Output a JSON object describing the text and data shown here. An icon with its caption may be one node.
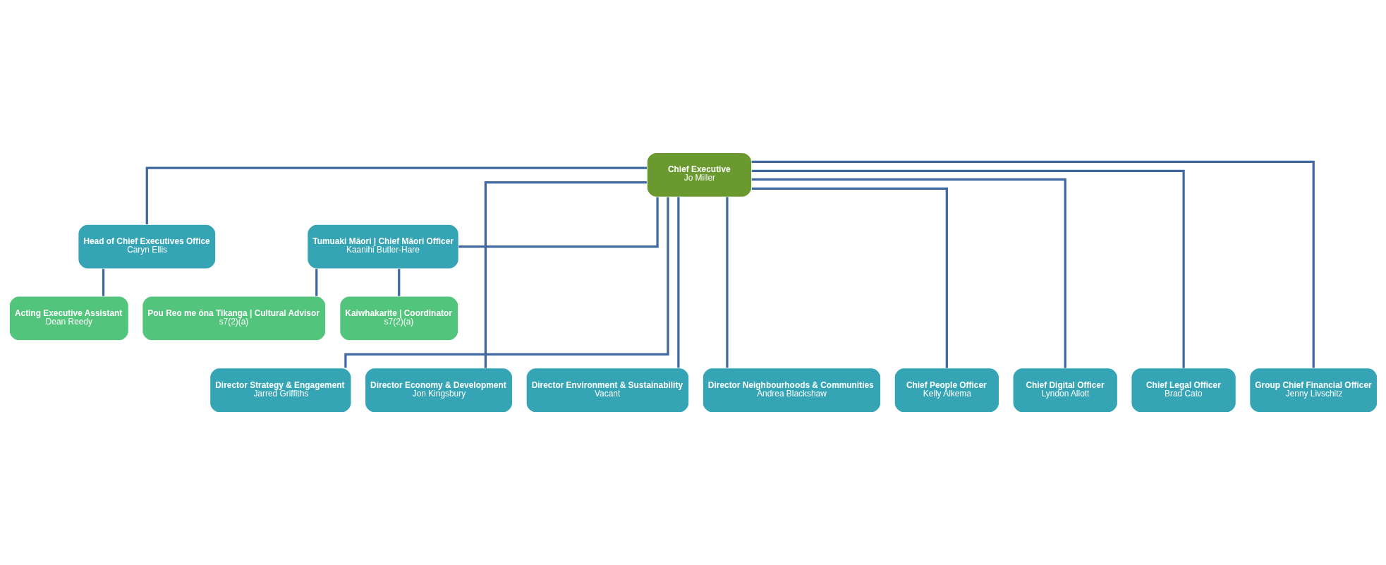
{
  "diagram": {
    "nodes": [
      {
        "text": [
          "Chief Executive",
          "Jo Miller"
        ]
      },
      {
        "text": [
          "Head of Chief Executives Office",
          "Caryn Ellis"
        ]
      },
      {
        "text": [
          "Tumuaki Māori | Chief Māori Officer",
          "Kaanihi Butler-Hare"
        ]
      },
      {
        "text": [
          "Acting Executive Assistant",
          "Dean Reedy"
        ]
      },
      {
        "text": [
          "Pou Reo me ōna Tikanga | Cultural Advisor",
          "s7(2)(a)"
        ]
      },
      {
        "text": [
          "Kaiwhakarite | Coordinator",
          "s7(2)(a)"
        ]
      },
      {
        "text": [
          "Director Strategy & Engagement",
          "Jarred Griffiths"
        ]
      },
      {
        "text": [
          "Director Economy & Development",
          "Jon Kingsbury"
        ]
      },
      {
        "text": [
          "Director Environment & Sustainability",
          "Vacant"
        ]
      },
      {
        "text": [
          "Director Neighbourhoods & Communities",
          "Andrea Blackshaw"
        ]
      },
      {
        "text": [
          "Chief People Officer",
          "Kelly Alkema"
        ]
      },
      {
        "text": [
          "Chief Digital Officer",
          "Lyndon Allott"
        ]
      },
      {
        "text": [
          "Chief Legal Officer",
          "Brad Cato"
        ]
      },
      {
        "text": [
          "Group Chief Financial Officer",
          "Jenny Livschitz"
        ]
      }
    ],
    "edges": [
      {
        "from": 0,
        "to": 1,
        "arrow": "none"
      },
      {
        "from": 0,
        "to": 2,
        "arrow": "none"
      },
      {
        "from": 1,
        "to": 3,
        "arrow": "none"
      },
      {
        "from": 2,
        "to": 4,
        "arrow": "none"
      },
      {
        "from": 2,
        "to": 5,
        "arrow": "none"
      },
      {
        "from": 0,
        "to": 6,
        "arrow": "none"
      },
      {
        "from": 0,
        "to": 7,
        "arrow": "none"
      },
      {
        "from": 0,
        "to": 8,
        "arrow": "none"
      },
      {
        "from": 0,
        "to": 9,
        "arrow": "none"
      },
      {
        "from": 0,
        "to": 10,
        "arrow": "none"
      },
      {
        "from": 0,
        "to": 11,
        "arrow": "none"
      },
      {
        "from": 0,
        "to": 12,
        "arrow": "none"
      },
      {
        "from": 0,
        "to": 13,
        "arrow": "none"
      }
    ]
  }
}
